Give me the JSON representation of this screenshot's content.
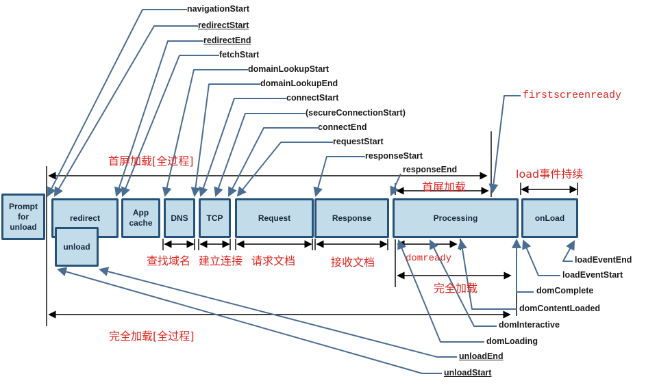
{
  "boxes": {
    "prompt": "Prompt for unload",
    "redirect": "redirect",
    "unload": "unload",
    "app_cache": "App cache",
    "dns": "DNS",
    "tcp": "TCP",
    "request": "Request",
    "response": "Response",
    "processing": "Processing",
    "onload": "onLoad"
  },
  "timing": {
    "navigationStart": "navigationStart",
    "redirectStart": "redirectStart",
    "redirectEnd": "redirectEnd",
    "fetchStart": "fetchStart",
    "domainLookupStart": "domainLookupStart",
    "domainLookupEnd": "domainLookupEnd",
    "connectStart": "connectStart",
    "secureConnectionStart": "(secureConnectionStart)",
    "connectEnd": "connectEnd",
    "requestStart": "requestStart",
    "responseStart": "responseStart",
    "responseEnd": "responseEnd",
    "firstscreenready": "firstscreenready",
    "loadEventEnd": "loadEventEnd",
    "loadEventStart": "loadEventStart",
    "domComplete": "domComplete",
    "domContentLoaded": "domContentLoaded",
    "domInteractive": "domInteractive",
    "domLoading": "domLoading",
    "unloadEnd": "unloadEnd",
    "unloadStart": "unloadStart"
  },
  "measures": {
    "first_screen_full": "首屏加载[全过程]",
    "first_screen": "首屏加载",
    "load_event": "load事件持续",
    "dns_lookup": "查找域名",
    "tcp_connect": "建立连接",
    "request_doc": "请求文档",
    "receive_doc": "接收文档",
    "domready": "domready",
    "full_load": "完全加载",
    "full_load_full": "完全加载[全过程]"
  },
  "colors": {
    "box_fill": "#c3dcea",
    "box_border": "#24527a",
    "leader_line": "#4a6d92",
    "measure_line": "#000000",
    "highlight_red": "#dd2721",
    "label_text": "#1a1a1a"
  }
}
